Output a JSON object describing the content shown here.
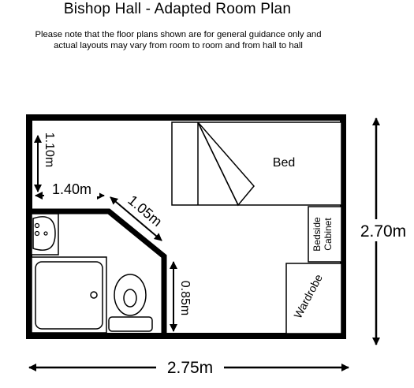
{
  "header": {
    "title": "Bishop Hall - Adapted Room Plan",
    "note_line1": "Please note that the floor plans shown are for general guidance only and",
    "note_line2": "actual layouts may vary from room to room and from hall to hall"
  },
  "plan": {
    "furniture": {
      "bed": "Bed",
      "bedside_line1": "Bedside",
      "bedside_line2": "Cabinet",
      "wardrobe": "Wardrobe"
    },
    "dimensions": {
      "width": "2.75m",
      "height": "2.70m",
      "bathroom_vertical": "1.10m",
      "bathroom_horizontal": "1.40m",
      "bathroom_diagonal": "1.05m",
      "bathroom_side": "0.85m"
    }
  }
}
